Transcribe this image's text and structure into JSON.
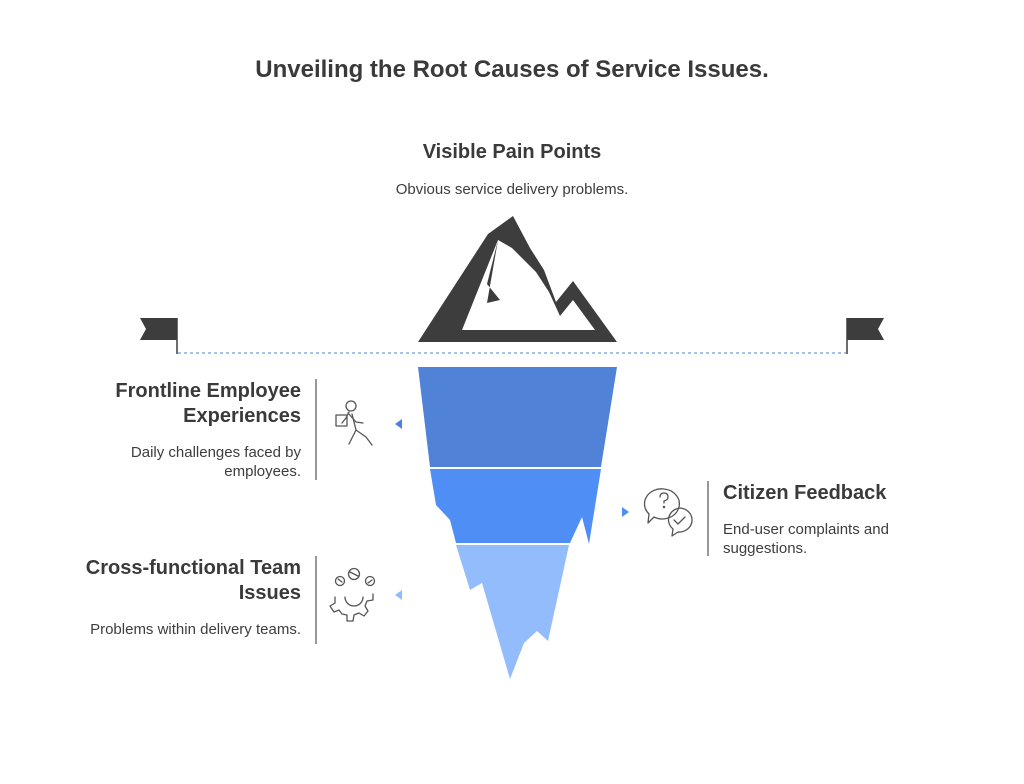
{
  "title": "Unveiling the Root Causes of Service Issues.",
  "top": {
    "heading": "Visible Pain Points",
    "description": "Obvious service delivery problems."
  },
  "layers": [
    {
      "heading": "Frontline Employee Experiences",
      "description": "Daily challenges faced by employees.",
      "side": "left",
      "icon": "delivery-person-icon",
      "color": "#5083d8"
    },
    {
      "heading": "Citizen Feedback",
      "description": "End-user complaints and suggestions.",
      "side": "right",
      "icon": "chat-bubbles-icon",
      "color": "#4f8ff5"
    },
    {
      "heading": "Cross-functional Team Issues",
      "description": "Problems within delivery teams.",
      "side": "left",
      "icon": "team-gear-icon",
      "color": "#93bcfd"
    }
  ],
  "colors": {
    "mountain": "#3d3d3d",
    "waterline": "#6c9fd9",
    "flag": "#3d3d3d"
  }
}
